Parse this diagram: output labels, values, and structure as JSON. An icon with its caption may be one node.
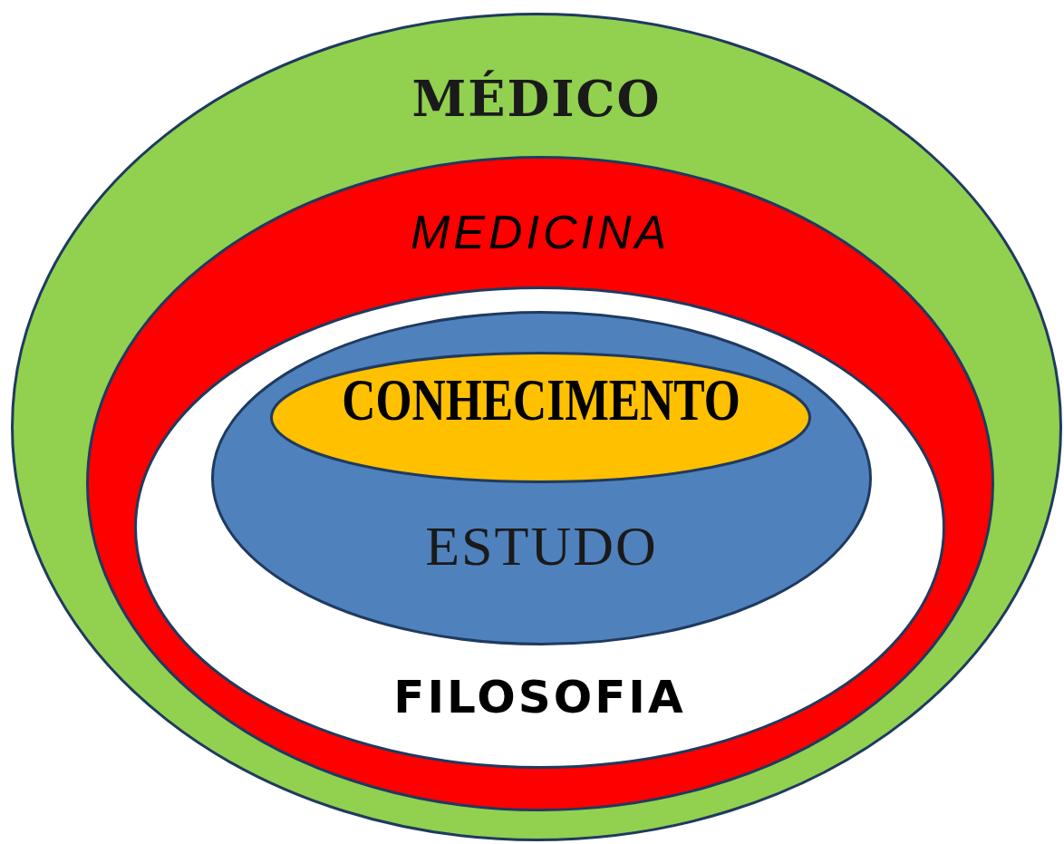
{
  "diagram": {
    "nodes": [
      {
        "text": [
          "MÉDICO"
        ]
      },
      {
        "text": [
          "MEDICINA"
        ],
        "in": 0
      },
      {
        "text": [
          "FILOSOFIA"
        ],
        "in": 1
      },
      {
        "text": [
          "ESTUDO"
        ],
        "in": 2
      },
      {
        "text": [
          "CONHECIMENTO"
        ],
        "in": 3
      }
    ]
  }
}
